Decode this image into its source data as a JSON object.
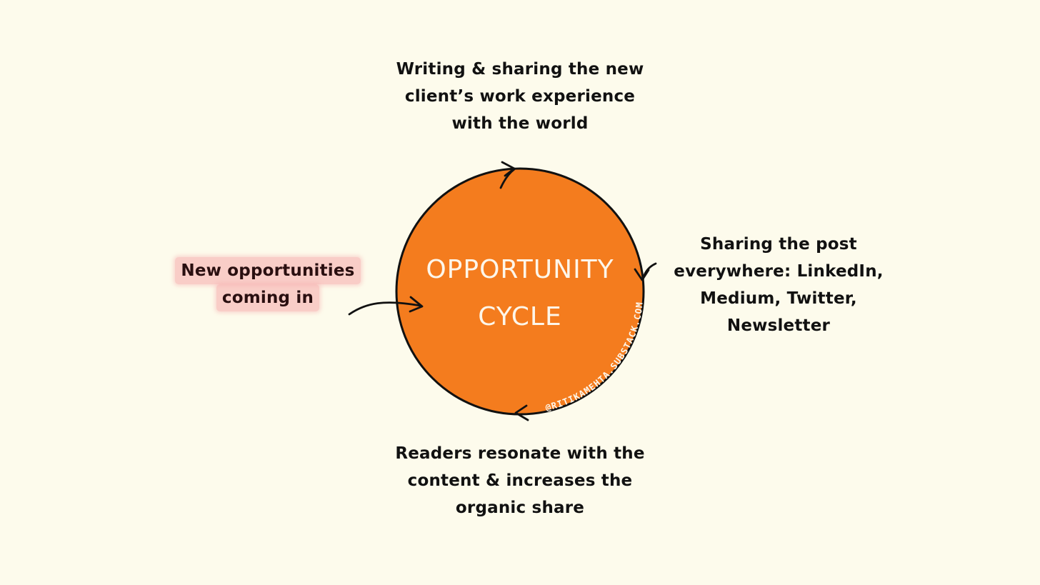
{
  "diagram": {
    "center": {
      "title_line_1": "OPPORTUNITY",
      "title_line_2": "CYCLE",
      "watermark": "@RITIKAMEHTA.SUBSTACK.COM",
      "fill_color": "#f47c1e",
      "stroke_color": "#111111"
    },
    "steps": {
      "top": [
        "Writing & sharing the new",
        "client’s work experience",
        "with the world"
      ],
      "right": [
        "Sharing the post",
        "everywhere: LinkedIn,",
        "Medium, Twitter,",
        "Newsletter"
      ],
      "bottom": [
        "Readers resonate with the",
        "content & increases the",
        "organic share"
      ],
      "left": [
        "New opportunities",
        "coming in"
      ]
    },
    "highlight_color": "#f6a8aa",
    "background_color": "#fdfbec"
  }
}
